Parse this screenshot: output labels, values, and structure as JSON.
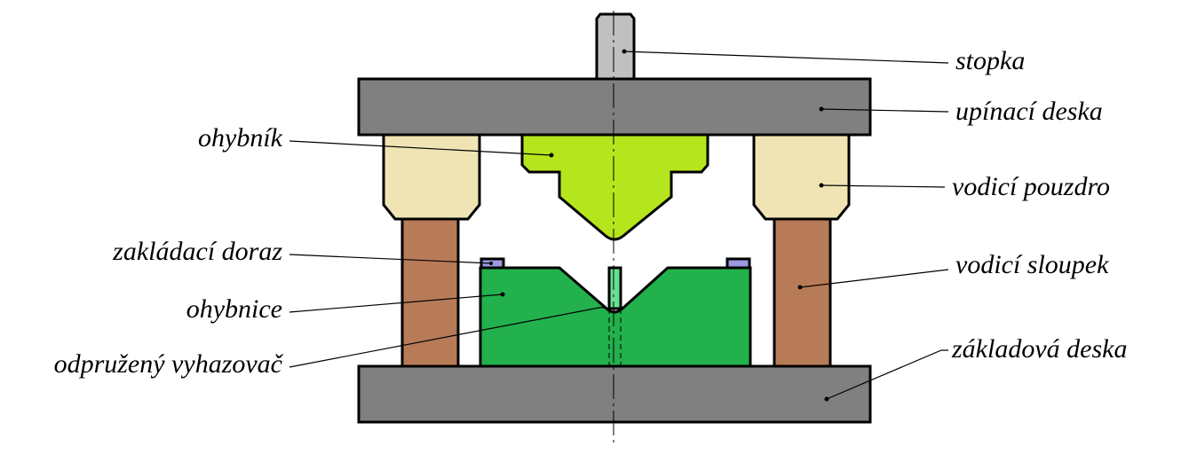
{
  "colors": {
    "plate": "#808080",
    "shank": "#c0c0c0",
    "bushing": "#f0e4b4",
    "pillar": "#b87b58",
    "punch": "#b5e61d",
    "die": "#22b14c",
    "ejector": "#66e090",
    "stop": "#9b99e0"
  },
  "labels": {
    "stopka": "stopka",
    "upinaci_deska": "upínací deska",
    "vodici_pouzdro": "vodicí pouzdro",
    "vodici_sloupek": "vodicí sloupek",
    "zakladova_deska": "základová deska",
    "ohybnik": "ohybník",
    "zakladaci_doraz": "zakládací doraz",
    "ohybnice": "ohybnice",
    "odpruzeny_vyhazovac": "odpružený vyhazovač"
  }
}
